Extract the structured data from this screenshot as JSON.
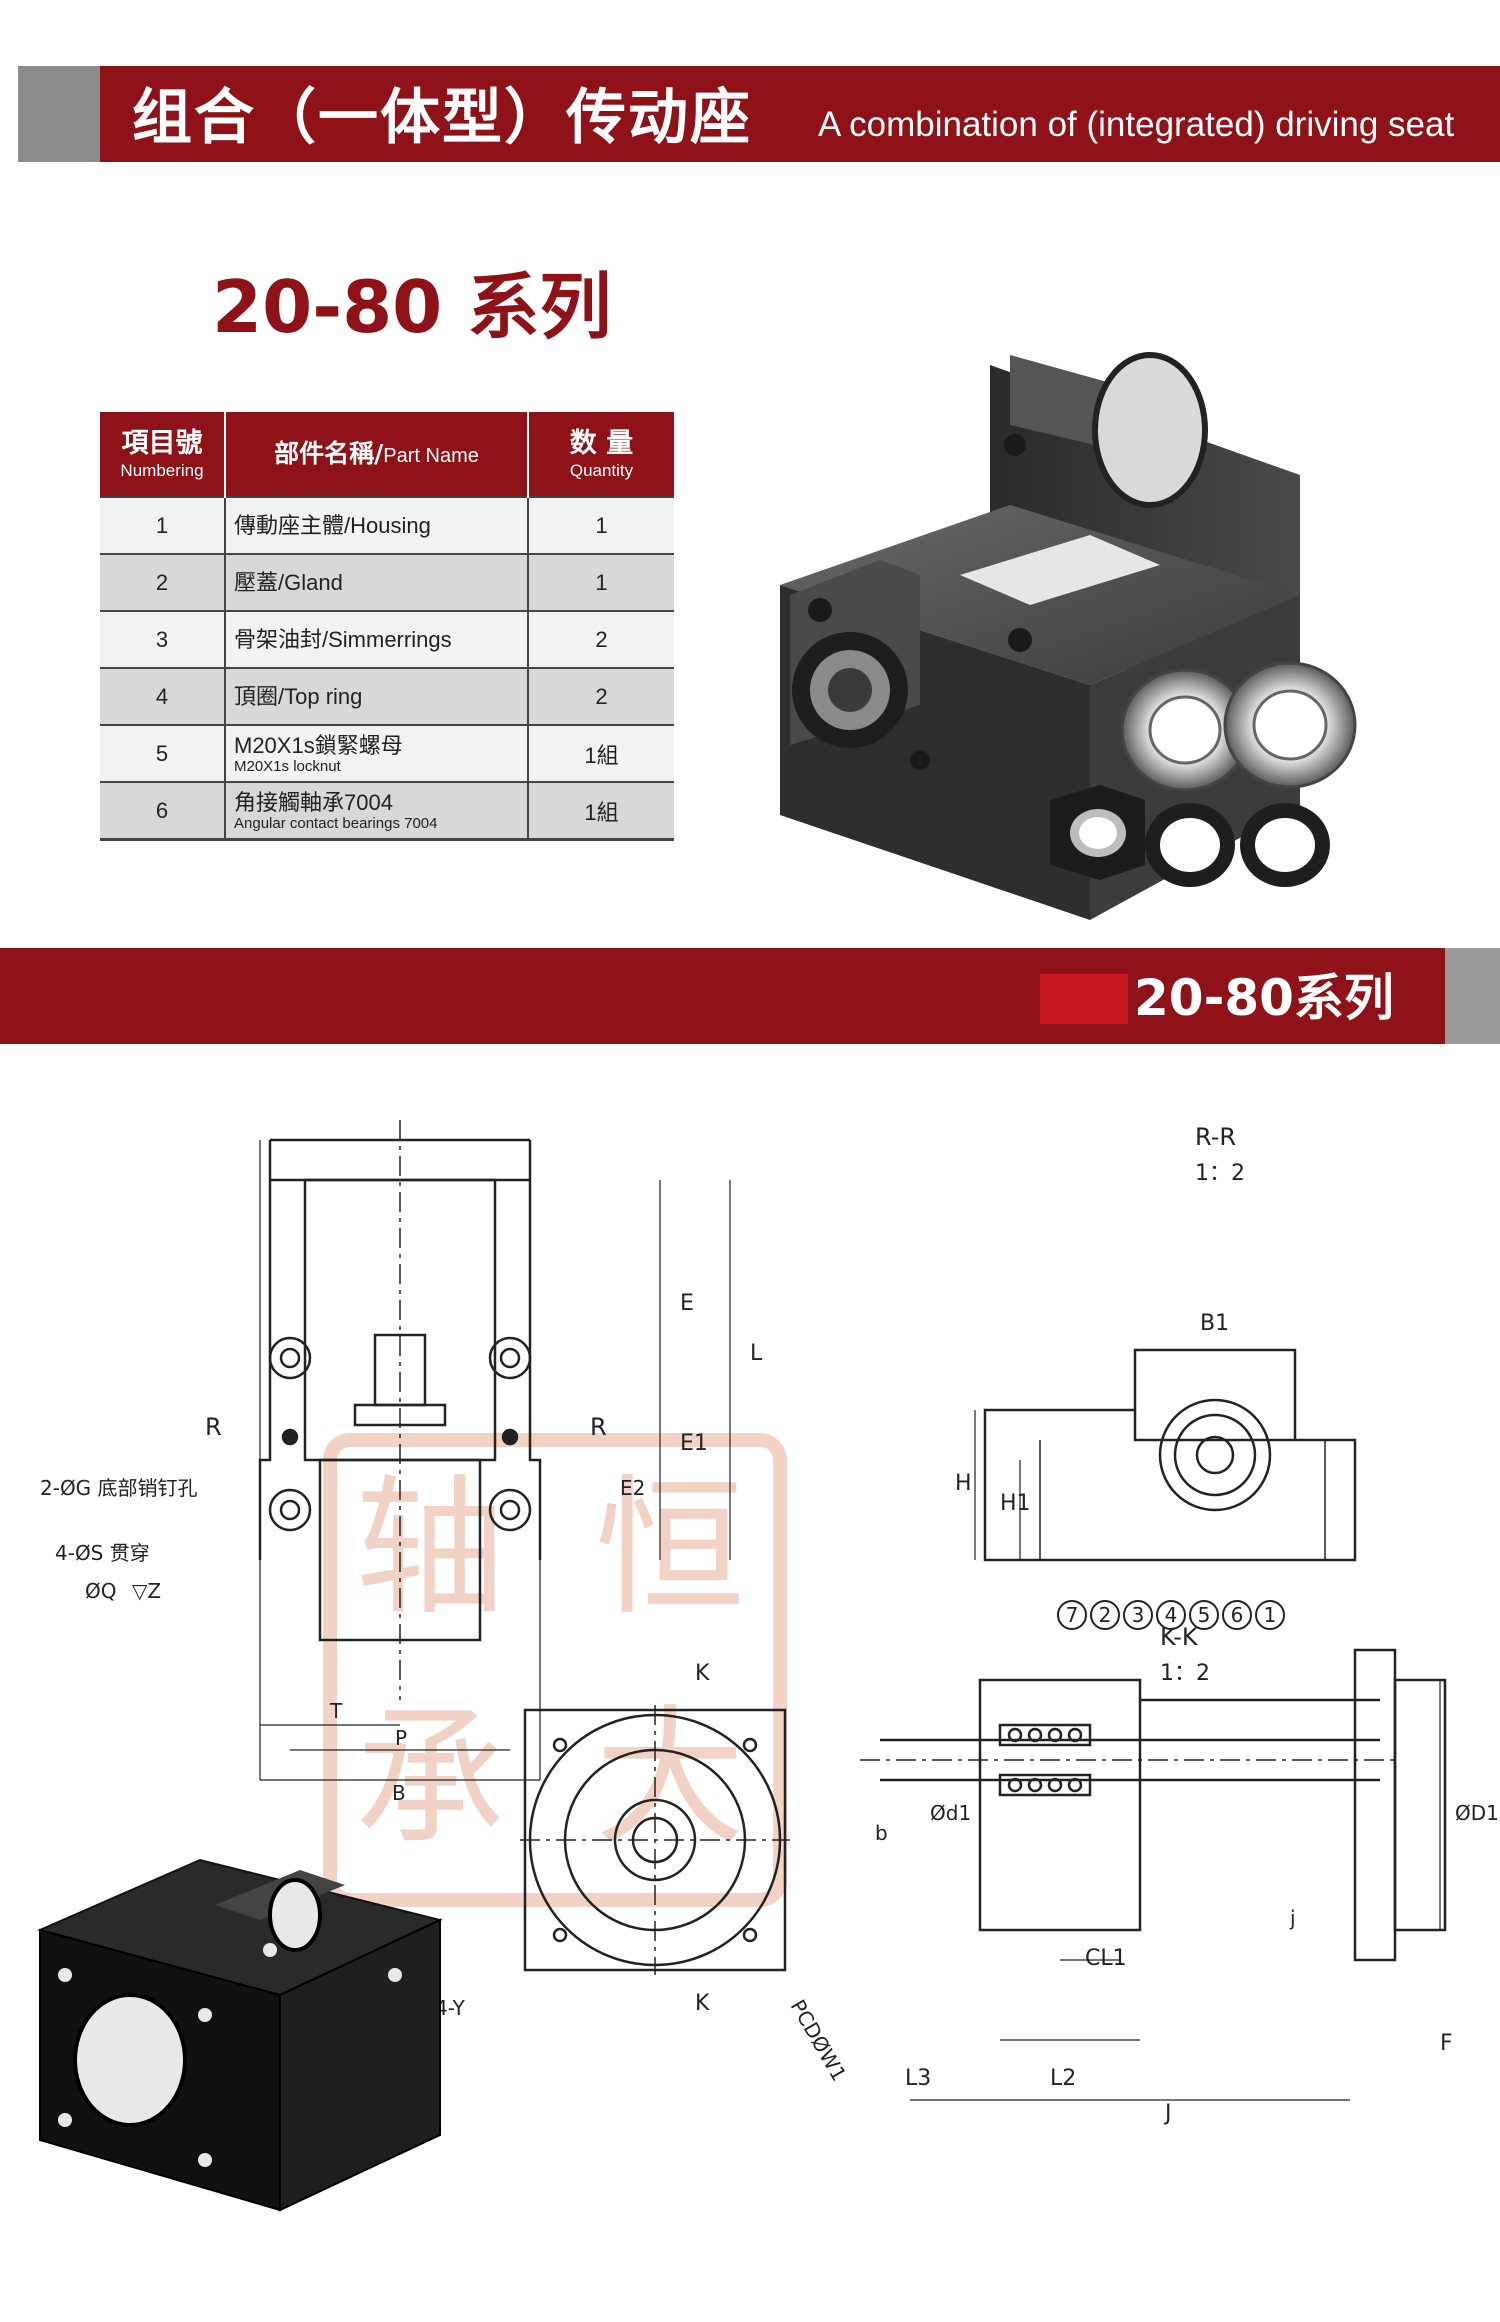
{
  "header": {
    "title_cn": "组合（一体型）传动座",
    "title_en": "A combination of (integrated) driving seat"
  },
  "series_title": "20-80 系列",
  "parts_table": {
    "headers": {
      "numbering_cn": "項目號",
      "numbering_en": "Numbering",
      "part_cn": "部件名稱/",
      "part_en": "Part Name",
      "qty_cn": "数 量",
      "qty_en": "Quantity"
    },
    "rows": [
      {
        "no": "1",
        "name": "傳動座主體/Housing",
        "name_sub": "",
        "qty": "1"
      },
      {
        "no": "2",
        "name": "壓蓋/Gland",
        "name_sub": "",
        "qty": "1"
      },
      {
        "no": "3",
        "name": "骨架油封/Simmerrings",
        "name_sub": "",
        "qty": "2"
      },
      {
        "no": "4",
        "name": "頂圈/Top ring",
        "name_sub": "",
        "qty": "2"
      },
      {
        "no": "5",
        "name": "M20X1s鎖緊螺母",
        "name_sub": "M20X1s locknut",
        "qty": "1組"
      },
      {
        "no": "6",
        "name": "角接觸軸承7004",
        "name_sub": "Angular contact bearings 7004",
        "qty": "1組"
      }
    ]
  },
  "section_band": {
    "label": "20-80系列"
  },
  "drawing": {
    "front_labels": {
      "e": "E",
      "l": "L",
      "e1": "E1",
      "e2": "E2",
      "r_left": "R",
      "r_right": "R",
      "g_holes": "2-ØG 底部销钉孔",
      "s_holes": "4-ØS 贯穿",
      "q": "ØQ",
      "z": "▽Z",
      "t": "T",
      "p": "P",
      "b": "B"
    },
    "rr_view": {
      "title": "R-R",
      "scale": "1：2",
      "b1": "B1",
      "h": "H",
      "h1": "H1"
    },
    "kk_view": {
      "title": "K-K",
      "scale": "1：2",
      "callouts": [
        "7",
        "2",
        "3",
        "4",
        "5",
        "6",
        "1"
      ],
      "d1": "Ød1",
      "big_d1": "ØD1",
      "b": "b",
      "j_small": "j",
      "cl1": "CL1",
      "l3": "L3",
      "l2": "L2",
      "j": "J",
      "f": "F"
    },
    "side_view": {
      "k_top": "K",
      "k_bottom": "K",
      "y": "4-Y",
      "pcd": "PCDØW1"
    },
    "watermark": [
      "恒",
      "轴",
      "大",
      "承"
    ]
  }
}
